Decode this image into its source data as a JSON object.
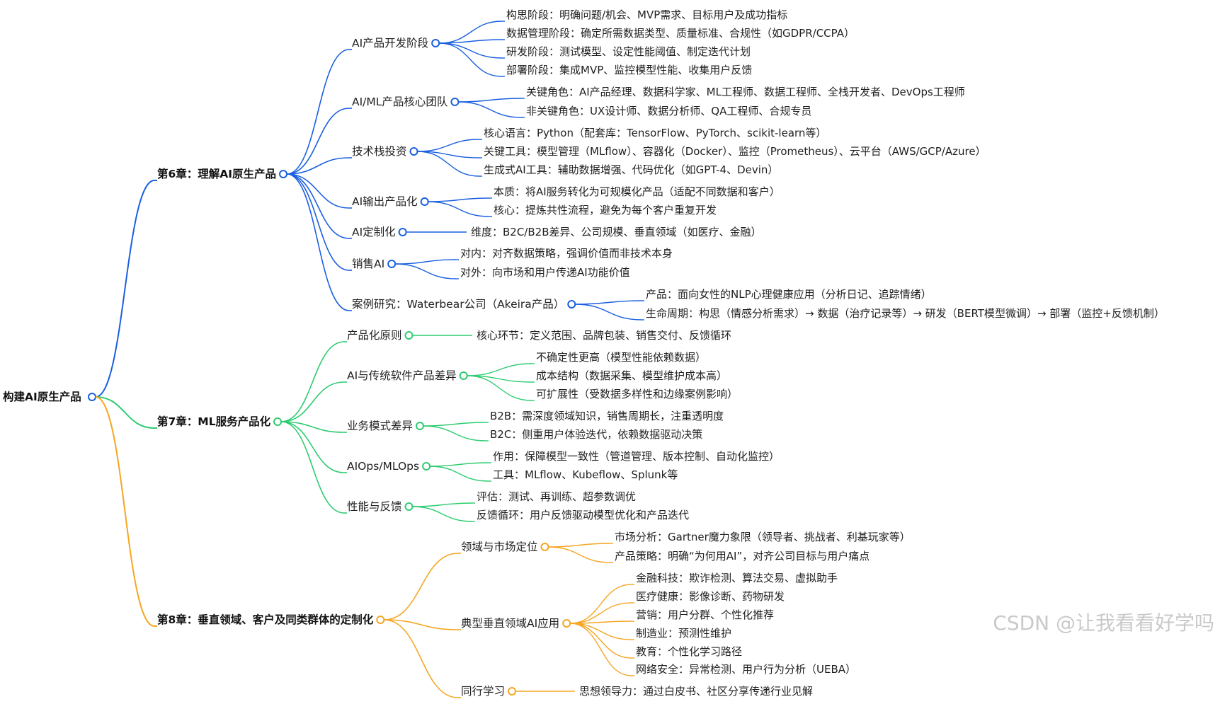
{
  "colors": {
    "ch6": "#1a5fe0",
    "ch7": "#2ecc71",
    "ch8": "#f5a623"
  },
  "root": {
    "label": "构建AI原生产品"
  },
  "chapters": [
    {
      "label": "第6章：理解AI原生产品",
      "color": "#1a5fe0",
      "sections": [
        {
          "label": "AI产品开发阶段",
          "children": [
            "构思阶段：明确问题/机会、MVP需求、目标用户及成功指标",
            "数据管理阶段：确定所需数据类型、质量标准、合规性（如GDPR/CCPA）",
            "研发阶段：测试模型、设定性能阈值、制定迭代计划",
            "部署阶段：集成MVP、监控模型性能、收集用户反馈"
          ]
        },
        {
          "label": "AI/ML产品核心团队",
          "children": [
            "关键角色：AI产品经理、数据科学家、ML工程师、数据工程师、全栈开发者、DevOps工程师",
            "非关键角色：UX设计师、数据分析师、QA工程师、合规专员"
          ]
        },
        {
          "label": "技术栈投资",
          "children": [
            "核心语言：Python（配套库：TensorFlow、PyTorch、scikit-learn等）",
            "关键工具：模型管理（MLflow）、容器化（Docker）、监控（Prometheus）、云平台（AWS/GCP/Azure）",
            "生成式AI工具：辅助数据增强、代码优化（如GPT-4、Devin）"
          ]
        },
        {
          "label": "AI输出产品化",
          "children": [
            "本质：将AI服务转化为可规模化产品（适配不同数据和客户）",
            "核心：提炼共性流程，避免为每个客户重复开发"
          ]
        },
        {
          "label": "AI定制化",
          "children": [
            "维度：B2C/B2B差异、公司规模、垂直领域（如医疗、金融）"
          ]
        },
        {
          "label": "销售AI",
          "children": [
            "对内：对齐数据策略，强调价值而非技术本身",
            "对外：向市场和用户传递AI功能价值"
          ]
        },
        {
          "label": "案例研究：Waterbear公司（Akeira产品）",
          "children": [
            "产品：面向女性的NLP心理健康应用（分析日记、追踪情绪）",
            "生命周期：构思（情感分析需求）→ 数据（治疗记录等）→ 研发（BERT模型微调）→ 部署（监控+反馈机制）"
          ]
        }
      ]
    },
    {
      "label": "第7章：ML服务产品化",
      "color": "#2ecc71",
      "sections": [
        {
          "label": "产品化原则",
          "children": [
            "核心环节：定义范围、品牌包装、销售交付、反馈循环"
          ]
        },
        {
          "label": "AI与传统软件产品差异",
          "children": [
            "不确定性更高（模型性能依赖数据）",
            "成本结构（数据采集、模型维护成本高）",
            "可扩展性（受数据多样性和边缘案例影响）"
          ]
        },
        {
          "label": "业务模式差异",
          "children": [
            "B2B：需深度领域知识，销售周期长，注重透明度",
            "B2C：侧重用户体验迭代，依赖数据驱动决策"
          ]
        },
        {
          "label": "AIOps/MLOps",
          "children": [
            "作用：保障模型一致性（管道管理、版本控制、自动化监控）",
            "工具：MLflow、Kubeflow、Splunk等"
          ]
        },
        {
          "label": "性能与反馈",
          "children": [
            "评估：测试、再训练、超参数调优",
            "反馈循环：用户反馈驱动模型优化和产品迭代"
          ]
        }
      ]
    },
    {
      "label": "第8章：垂直领域、客户及同类群体的定制化",
      "color": "#f5a623",
      "sections": [
        {
          "label": "领域与市场定位",
          "children": [
            "市场分析：Gartner魔力象限（领导者、挑战者、利基玩家等）",
            "产品策略：明确“为何用AI”，对齐公司目标与用户痛点"
          ]
        },
        {
          "label": "典型垂直领域AI应用",
          "children": [
            "金融科技：欺诈检测、算法交易、虚拟助手",
            "医疗健康：影像诊断、药物研发",
            "营销：用户分群、个性化推荐",
            "制造业：预测性维护",
            "教育：个性化学习路径",
            "网络安全：异常检测、用户行为分析（UEBA）"
          ]
        },
        {
          "label": "同行学习",
          "children": [
            "思想领导力：通过白皮书、社区分享传递行业见解"
          ]
        }
      ]
    }
  ],
  "watermark": "CSDN @让我看看好学吗"
}
